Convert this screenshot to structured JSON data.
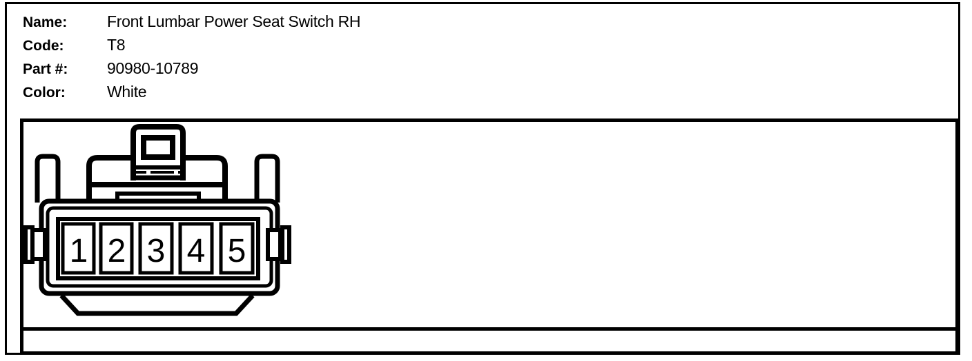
{
  "header": {
    "fields": [
      {
        "label": "Name:",
        "value": "Front Lumbar Power Seat Switch RH"
      },
      {
        "label": "Code:",
        "value": "T8"
      },
      {
        "label": "Part #:",
        "value": "90980-10789"
      },
      {
        "label": "Color:",
        "value": "White"
      }
    ]
  },
  "connector": {
    "view": "front view line drawing, 5-pin single-row connector with top latch",
    "pins": [
      "1",
      "2",
      "3",
      "4",
      "5"
    ],
    "housing_color_stated": "White",
    "colors": {
      "line": "#000000",
      "background": "#ffffff"
    }
  }
}
